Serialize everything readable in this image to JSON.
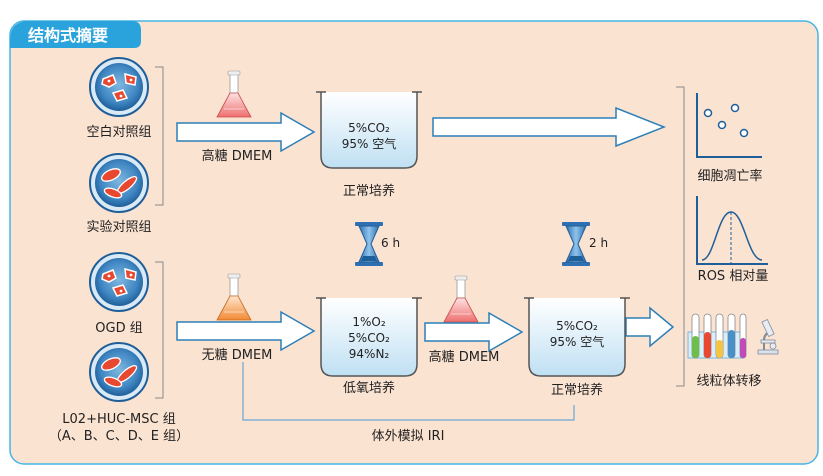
{
  "header": {
    "title": "结构式摘要"
  },
  "colors": {
    "panel_bg": "#fbe3d2",
    "panel_border": "#45b6e6",
    "header_bg": "#2aa3dc",
    "arrow_fill": "#ffffff",
    "arrow_stroke": "#2c7fb8",
    "beaker_liquid": "#cfe8f6",
    "cell_red": "#e8482f",
    "dish_fill": "#4a90c8",
    "flask_pink": "#f07b7b",
    "flask_orange": "#f39a4a",
    "text": "#222222"
  },
  "groups": {
    "blank": "空白对照组",
    "experimental": "实验对照组",
    "ogd": "OGD 组",
    "l02_line1": "L02+HUC-MSC 组",
    "l02_line2": "（A、B、C、D、E 组）"
  },
  "media": {
    "high_glucose_top": "高糖 DMEM",
    "glucose_free": "无糖 DMEM",
    "high_glucose_mid": "高糖 DMEM"
  },
  "beakers": {
    "normal_top": {
      "line1": "5%CO₂",
      "line2": "95% 空气",
      "caption": "正常培养"
    },
    "hypoxia": {
      "line1": "1%O₂",
      "line2": "5%CO₂",
      "line3": "94%N₂",
      "caption": "低氧培养"
    },
    "normal_mid": {
      "line1": "5%CO₂",
      "line2": "95% 空气",
      "caption": "正常培养"
    }
  },
  "timers": {
    "t1": "6 h",
    "t2": "2 h"
  },
  "bracket_label": "体外模拟 IRI",
  "outputs": {
    "death_rate": "细胞凋亡率",
    "ros": "ROS 相对量",
    "mito": "线粒体转移"
  },
  "icons": [
    "petri-dish-icon",
    "erlenmeyer-flask-icon",
    "hourglass-icon",
    "scatter-plot-icon",
    "bell-curve-icon",
    "test-tubes-icon",
    "microscope-icon"
  ]
}
